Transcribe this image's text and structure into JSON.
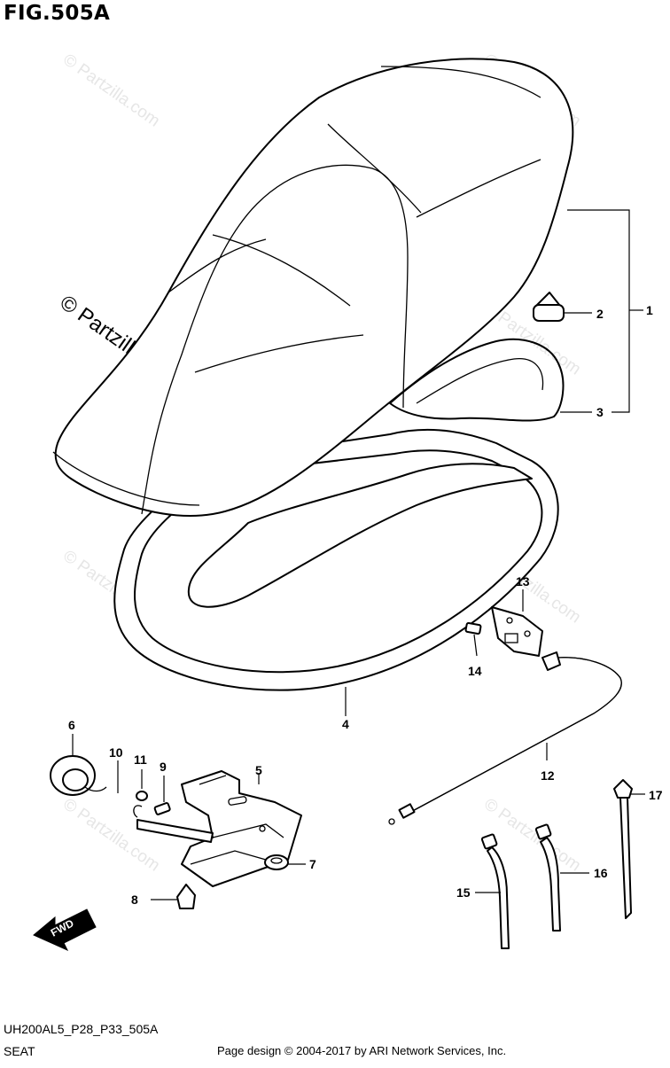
{
  "figure": {
    "title": "FIG.505A",
    "code": "UH200AL5_P28_P33_505A",
    "name": "SEAT",
    "credit": "Page design © 2004-2017 by ARI Network Services, Inc.",
    "watermark": "© Partzilla.com",
    "fwd_label": "FWD"
  },
  "callouts": {
    "c1": "1",
    "c2": "2",
    "c3": "3",
    "c4": "4",
    "c5": "5",
    "c6": "6",
    "c7": "7",
    "c8": "8",
    "c9": "9",
    "c10": "10",
    "c11": "11",
    "c12": "12",
    "c13": "13",
    "c14": "14",
    "c15": "15",
    "c16": "16",
    "c17": "17"
  }
}
